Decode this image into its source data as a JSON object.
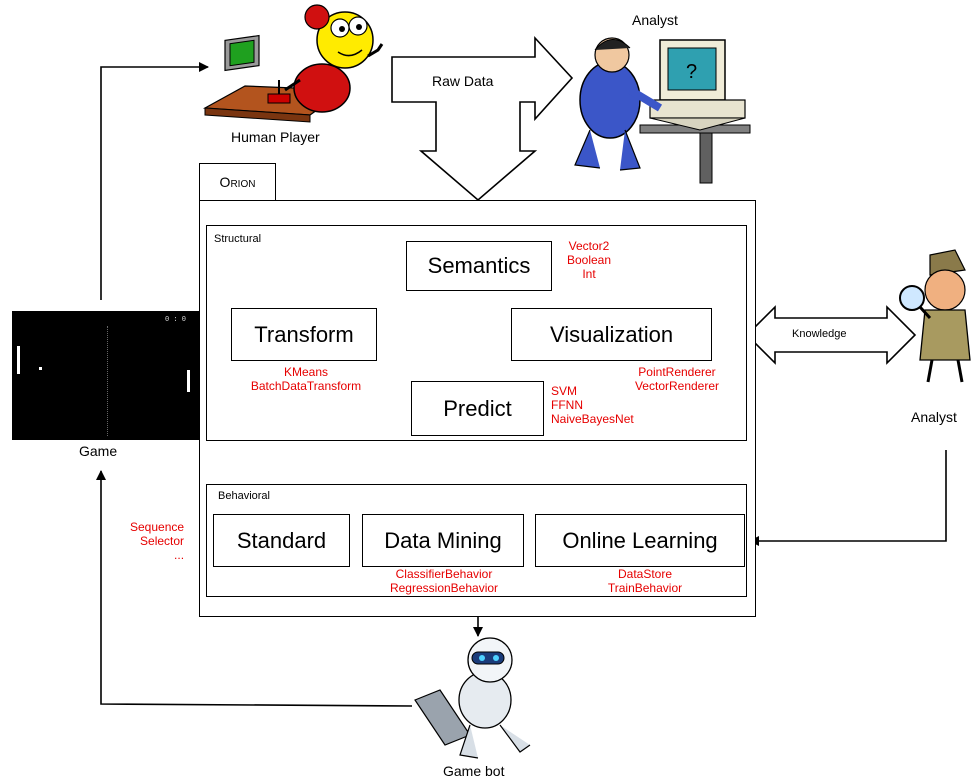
{
  "labels": {
    "human_player": "Human Player",
    "analyst_top": "Analyst",
    "analyst_right": "Analyst",
    "game": "Game",
    "game_bot": "Game bot",
    "raw_data": "Raw Data",
    "knowledge": "Knowledge",
    "game_score": "0 : 0"
  },
  "orion": {
    "title_cap": "O",
    "title_rest": "RION",
    "structural": {
      "label": "Structural",
      "components": {
        "semantics": "Semantics",
        "transform": "Transform",
        "visualization": "Visualization",
        "predict": "Predict"
      },
      "notes": {
        "semantics": [
          "Vector2",
          "Boolean",
          "Int"
        ],
        "transform": [
          "KMeans",
          "BatchDataTransform"
        ],
        "visualization": [
          "PointRenderer",
          "VectorRenderer"
        ],
        "predict": [
          "SVM",
          "FFNN",
          "NaiveBayesNet"
        ]
      }
    },
    "behavioral": {
      "label": "Behavioral",
      "components": {
        "standard": "Standard",
        "data_mining": "Data Mining",
        "online_learning": "Online Learning"
      },
      "notes": {
        "standard": [
          "Sequence",
          "Selector",
          "..."
        ],
        "data_mining": [
          "ClassifierBehavior",
          "RegressionBehavior"
        ],
        "online_learning": [
          "DataStore",
          "TrainBehavior"
        ]
      }
    }
  },
  "colors": {
    "note_red": "#e60000",
    "line": "#000000"
  }
}
